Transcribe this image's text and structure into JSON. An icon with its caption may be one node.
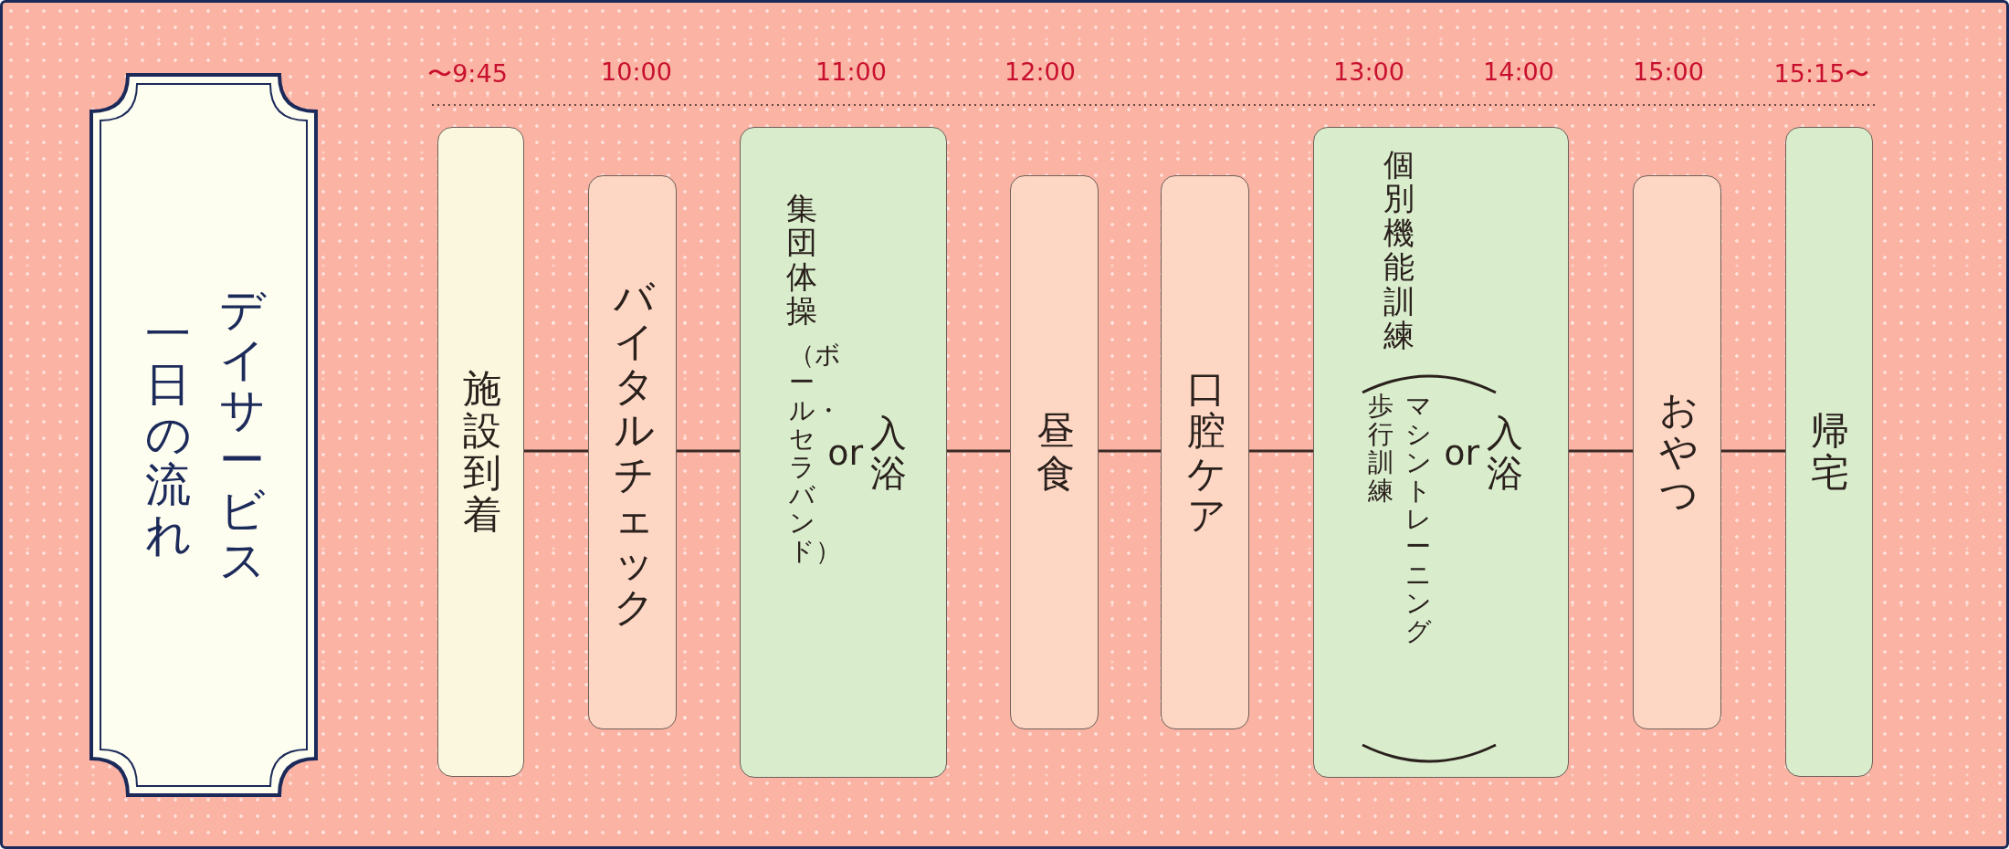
{
  "diagram": {
    "nodes": [
      {
        "text": [
          "一日の流れ",
          "デイサービス"
        ]
      },
      {
        "text": [
          "施設到着"
        ]
      },
      {
        "text": [
          "バイタルチェック"
        ]
      },
      {
        "text": [
          "集団体操",
          "（ボール・セラバンド）",
          "or",
          "入浴"
        ]
      },
      {
        "text": [
          "昼食"
        ]
      },
      {
        "text": [
          "口腔ケア"
        ]
      },
      {
        "text": [
          "個別機能訓練",
          "歩行訓練",
          "マシントレーニング",
          "or",
          "入浴"
        ]
      },
      {
        "text": [
          "おやつ"
        ]
      },
      {
        "text": [
          "帰宅"
        ]
      }
    ],
    "edges": [
      {
        "from": 1,
        "to": 2,
        "arrow": "none"
      },
      {
        "from": 2,
        "to": 3,
        "arrow": "none"
      },
      {
        "from": 3,
        "to": 4,
        "arrow": "none"
      },
      {
        "from": 4,
        "to": 5,
        "arrow": "none"
      },
      {
        "from": 5,
        "to": 6,
        "arrow": "none"
      },
      {
        "from": 6,
        "to": 7,
        "arrow": "none"
      },
      {
        "from": 7,
        "to": 8,
        "arrow": "none"
      }
    ],
    "labels": [
      "〜9:45",
      "10:00",
      "11:00",
      "12:00",
      "13:00",
      "14:00",
      "15:00",
      "15:15〜"
    ]
  }
}
